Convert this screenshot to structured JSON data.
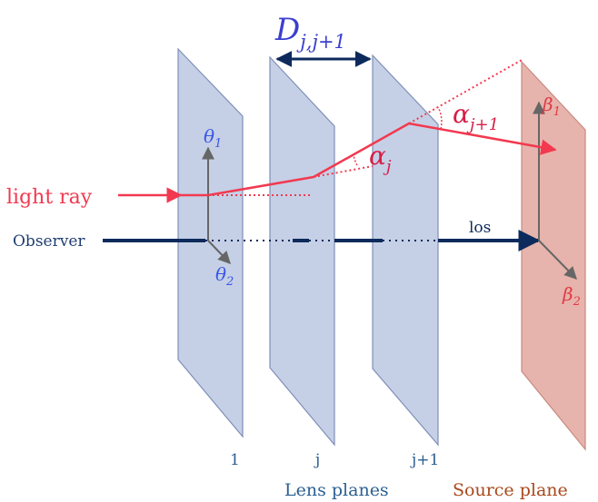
{
  "labels": {
    "light_ray": "light ray",
    "observer": "Observer",
    "los": "los",
    "lens_planes": "Lens planes",
    "source_plane": "Source plane",
    "plane_1": "1",
    "plane_j": "j",
    "plane_j1": "j+1"
  },
  "math": {
    "distance_main": "D",
    "distance_sub": "j,j+1",
    "theta": "θ",
    "theta1_sub": "1",
    "theta2_sub": "2",
    "alpha": "α",
    "alpha_j_sub": "j",
    "alpha_j1_sub": "j+1",
    "beta": "β",
    "beta1_sub": "1",
    "beta2_sub": "2"
  },
  "colors": {
    "lens_plane_fill": "#c5d0e6",
    "lens_plane_stroke": "#7f8fb8",
    "source_plane_fill": "#e6b4ac",
    "source_plane_stroke": "#c98a80",
    "ray": "#f2394f",
    "line_of_sight": "#0d2a5c",
    "axes": "#666666",
    "theta_text": "#3b55e6",
    "distance_text": "#3b3fcf",
    "alpha_text": "#d81e48",
    "beta_text": "#e03a44",
    "observer_text": "#1f3e72",
    "lens_planes_text": "#2c5f93",
    "source_plane_text": "#a8491b"
  }
}
